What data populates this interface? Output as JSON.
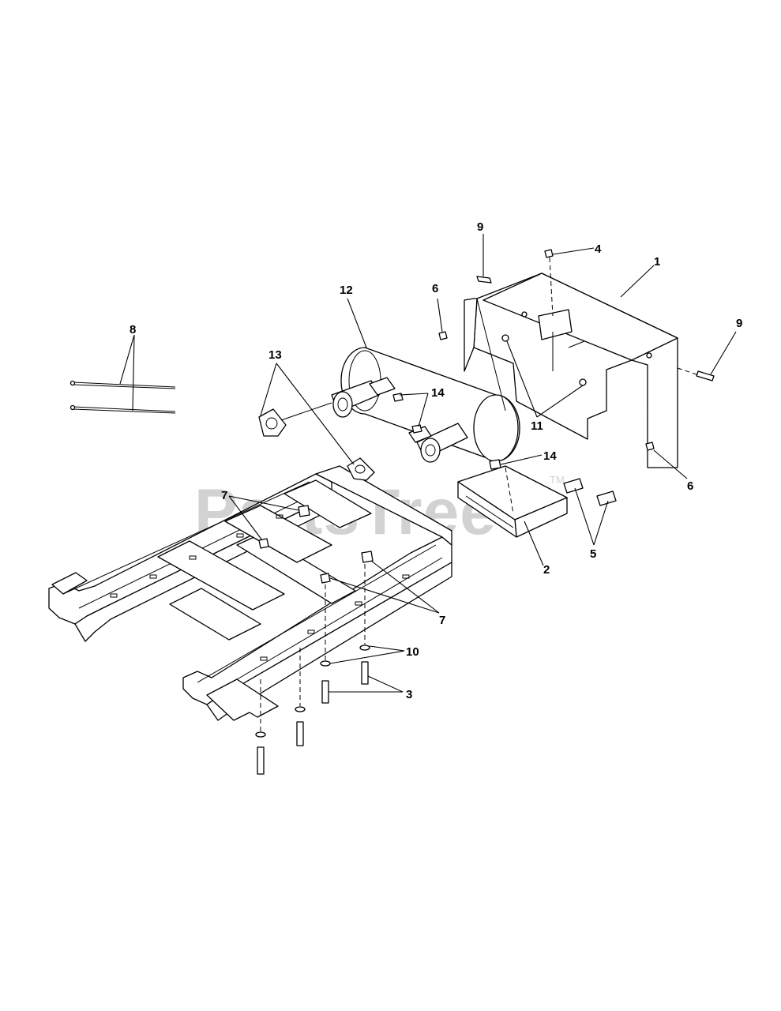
{
  "watermark": {
    "text": "PartsTree",
    "trademark": "TM",
    "color": "#d2d2d2"
  },
  "diagram": {
    "line_color": "#000000",
    "callouts": [
      "1",
      "2",
      "3",
      "4",
      "5",
      "6",
      "6",
      "7",
      "7",
      "8",
      "9",
      "9",
      "10",
      "11",
      "12",
      "13",
      "14",
      "14"
    ]
  }
}
